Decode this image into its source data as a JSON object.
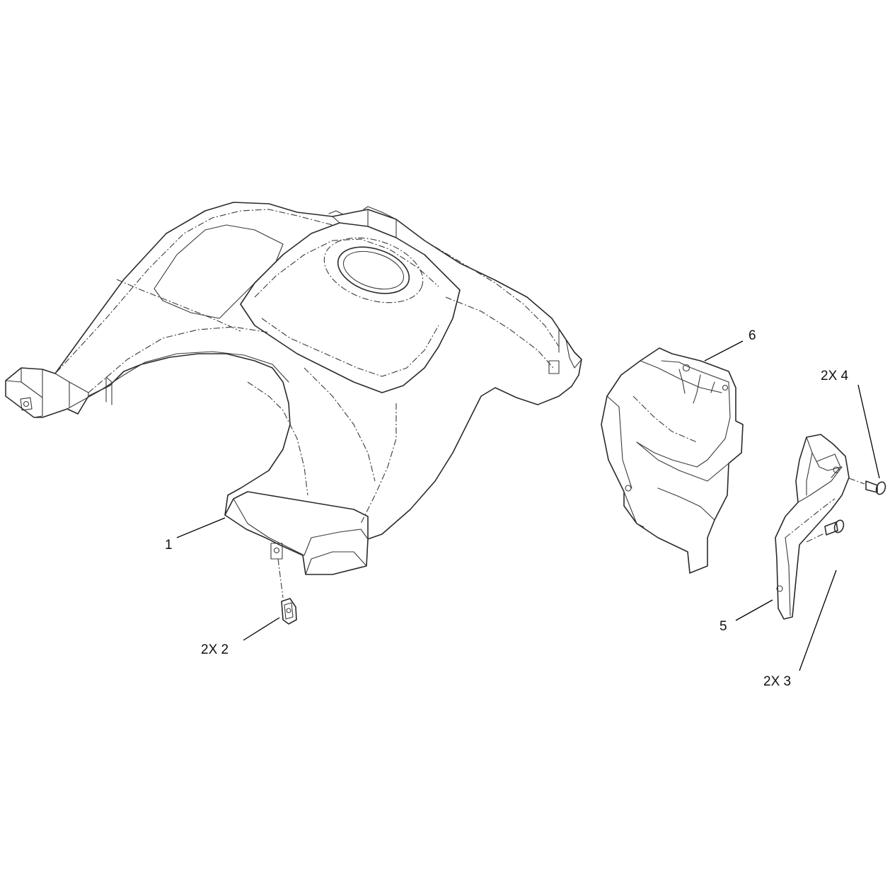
{
  "diagram": {
    "callouts": {
      "c1": "1",
      "c2": "2X 2",
      "c3": "2X 3",
      "c4": "2X 4",
      "c5": "5",
      "c6": "6"
    }
  }
}
